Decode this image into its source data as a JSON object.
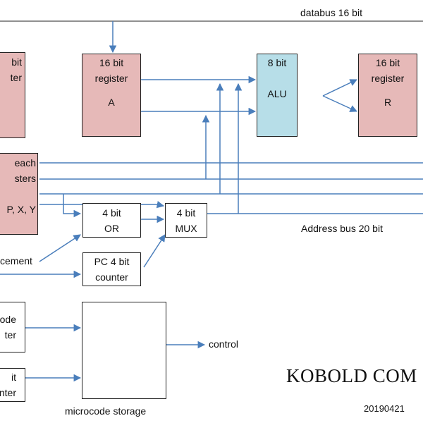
{
  "labels": {
    "databus": "databus 16 bit",
    "address_bus": "Address bus 20 bit",
    "control": "control",
    "increment": "cement",
    "microcode_storage": "microcode storage",
    "title": "KOBOLD  COM",
    "date": "20190421"
  },
  "boxes": {
    "left_register": [
      "bit",
      "ter"
    ],
    "register_a": [
      "16 bit",
      "register",
      "A"
    ],
    "alu": [
      "8 bit",
      "",
      "ALU"
    ],
    "register_r": [
      "16 bit",
      "register",
      "R"
    ],
    "reach_registers": [
      "each",
      "sters",
      "",
      "P, X, Y"
    ],
    "or_gate": [
      "4 bit",
      "OR"
    ],
    "mux": [
      "4 bit",
      "MUX"
    ],
    "pc_counter": [
      "PC 4 bit",
      "counter"
    ],
    "opcode_register": [
      "ode",
      "ter"
    ],
    "bit_counter": [
      "it",
      "nter"
    ]
  },
  "colors": {
    "register": "#e6b9b8",
    "alu": "#b7dee8",
    "wire": "#4a7ebb",
    "border": "#222222"
  }
}
